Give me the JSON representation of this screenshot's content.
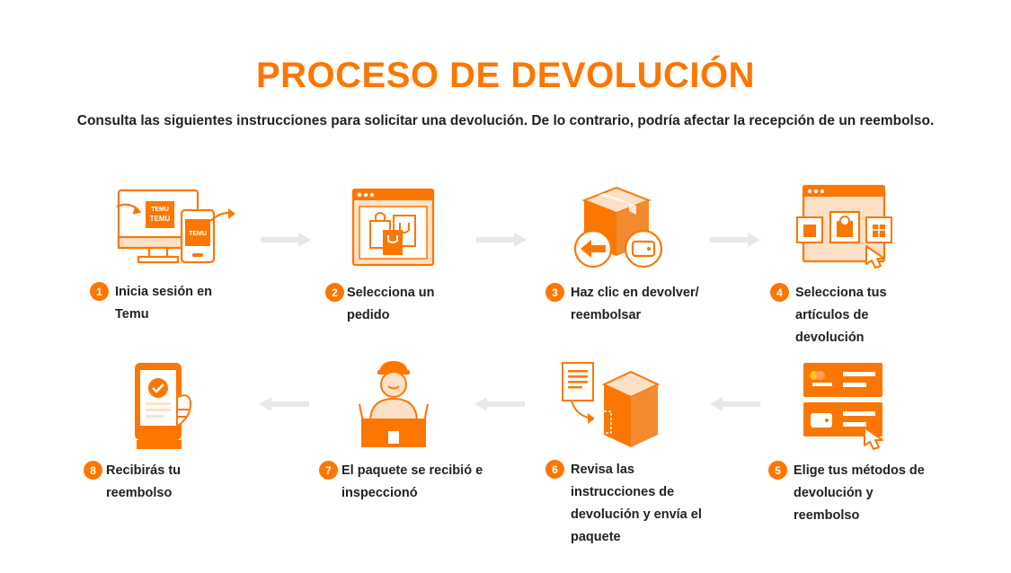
{
  "header": {
    "title": "PROCESO DE DEVOLUCIÓN",
    "subtitle": "Consulta las siguientes instrucciones para solicitar una devolución. De lo contrario, podría afectar la recepción de un reembolso."
  },
  "brand": {
    "logo_text": "TEMU"
  },
  "colors": {
    "accent": "#fb7701",
    "text": "#222222",
    "arrow": "#e6e6e6"
  },
  "steps": [
    {
      "number": "1",
      "label": "Inicia sesión en\nTemu",
      "icon": "devices-login-icon"
    },
    {
      "number": "2",
      "label": "Selecciona un\npedido",
      "icon": "browser-bags-icon"
    },
    {
      "number": "3",
      "label": "Haz clic en devolver/\nreembolsar",
      "icon": "box-return-icon"
    },
    {
      "number": "4",
      "label": "Selecciona tus\nartículos de\ndevolución",
      "icon": "browser-select-items-icon"
    },
    {
      "number": "5",
      "label": "Elige tus métodos de\ndevolución y\nreembolso",
      "icon": "card-wallet-icon"
    },
    {
      "number": "6",
      "label": "Revisa las\ninstrucciones de\ndevolución y envía el\npaquete",
      "icon": "document-box-icon"
    },
    {
      "number": "7",
      "label": "El paquete se recibió e\ninspeccionó",
      "icon": "person-inspecting-box-icon"
    },
    {
      "number": "8",
      "label": "Recibirás tu\nreembolso",
      "icon": "phone-check-icon"
    }
  ]
}
